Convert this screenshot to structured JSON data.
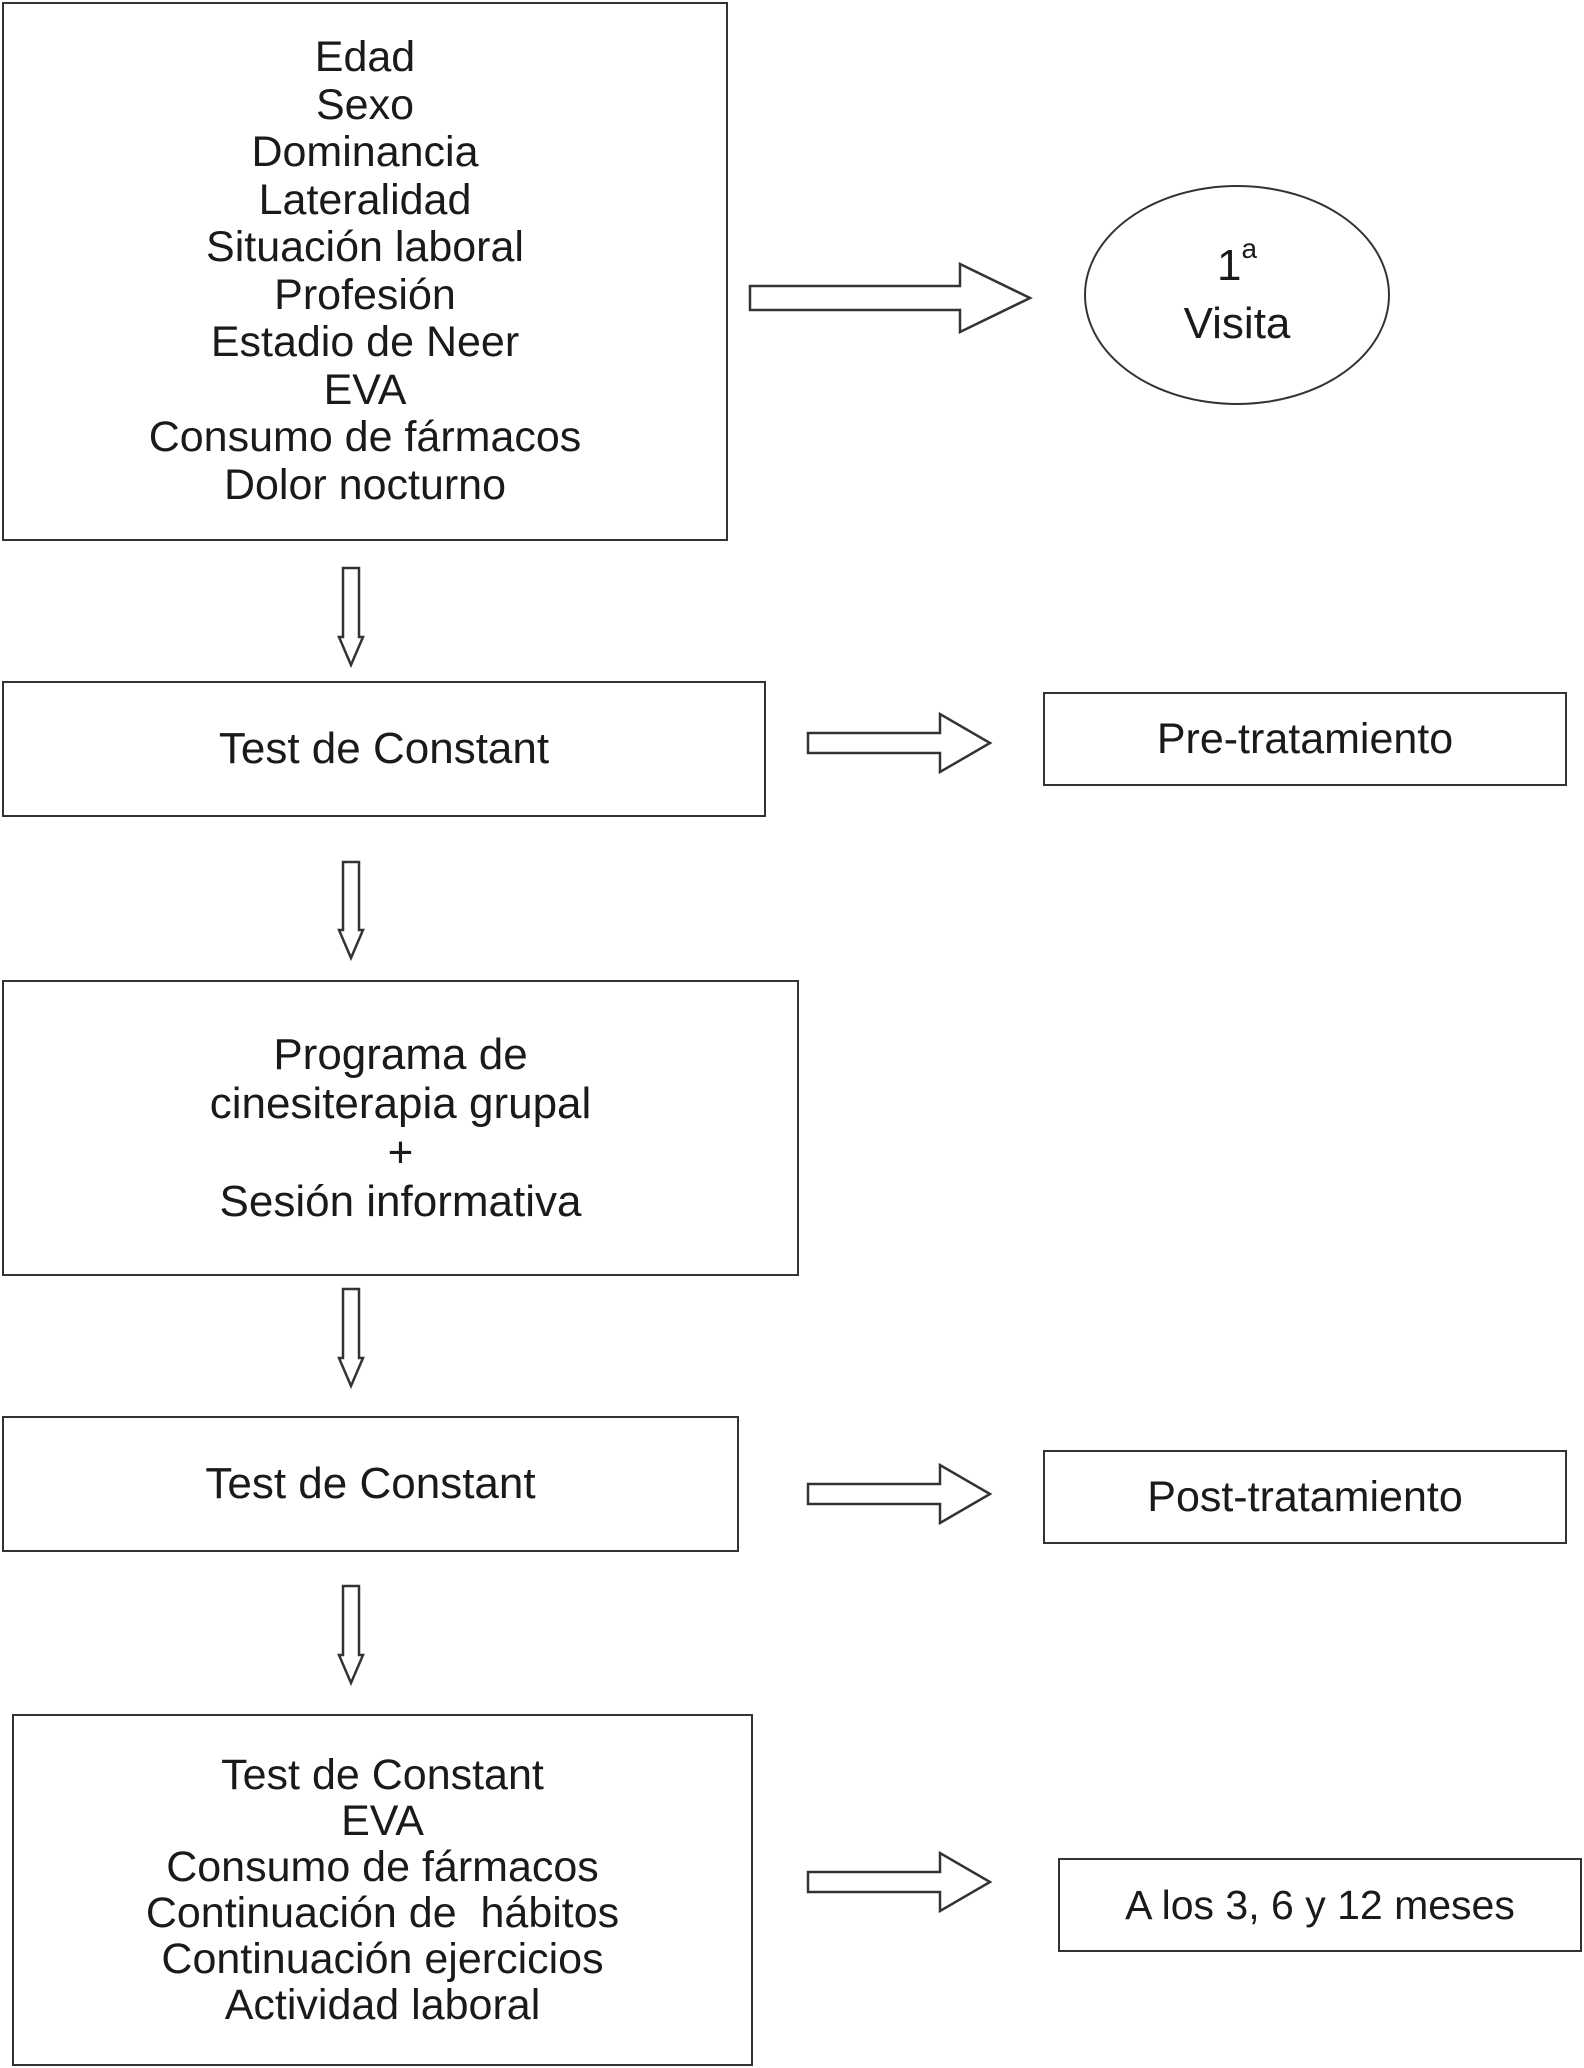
{
  "intake_box": {
    "lines": [
      "Edad",
      "Sexo",
      "Dominancia",
      "Lateralidad",
      "Situación laboral",
      "Profesión",
      "Estadio de Neer",
      "EVA",
      "Consumo de fármacos",
      "Dolor nocturno"
    ]
  },
  "first_visit": {
    "number": "1",
    "superscript": "a",
    "label": "Visita"
  },
  "test1": {
    "label": "Test de Constant"
  },
  "pre_treatment": {
    "label": "Pre-tratamiento"
  },
  "program_box": {
    "lines": [
      "Programa de",
      "cinesiterapia grupal",
      "+",
      "Sesión informativa"
    ]
  },
  "test2": {
    "label": "Test de Constant"
  },
  "post_treatment": {
    "label": "Post-tratamiento"
  },
  "final_box": {
    "lines": [
      "Test de Constant",
      "EVA",
      "Consumo de fármacos",
      "Continuación de  hábitos",
      "Continuación ejercicios",
      "Actividad laboral"
    ]
  },
  "followup": {
    "label": "A los 3, 6 y 12 meses"
  }
}
